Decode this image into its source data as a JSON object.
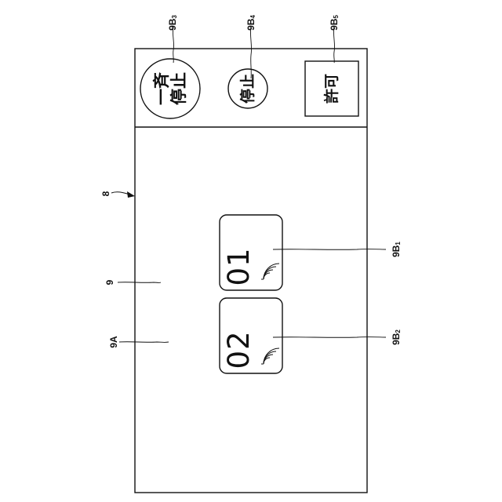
{
  "figure": {
    "device_ref": "8",
    "screen_ref": "9",
    "area_ref": "9A"
  },
  "buttons": {
    "all_stop": {
      "ref": "9B",
      "ref_sub": "3",
      "label_line1": "一斉",
      "label_line2": "停止"
    },
    "stop": {
      "ref": "9B",
      "ref_sub": "4",
      "label": "停止"
    },
    "permit": {
      "ref": "9B",
      "ref_sub": "5",
      "label": "許可"
    }
  },
  "units": [
    {
      "ref": "9B",
      "ref_sub": "1",
      "number": "01",
      "icon": "wireless-signal-icon"
    },
    {
      "ref": "9B",
      "ref_sub": "2",
      "number": "02",
      "icon": "wireless-signal-icon"
    }
  ]
}
